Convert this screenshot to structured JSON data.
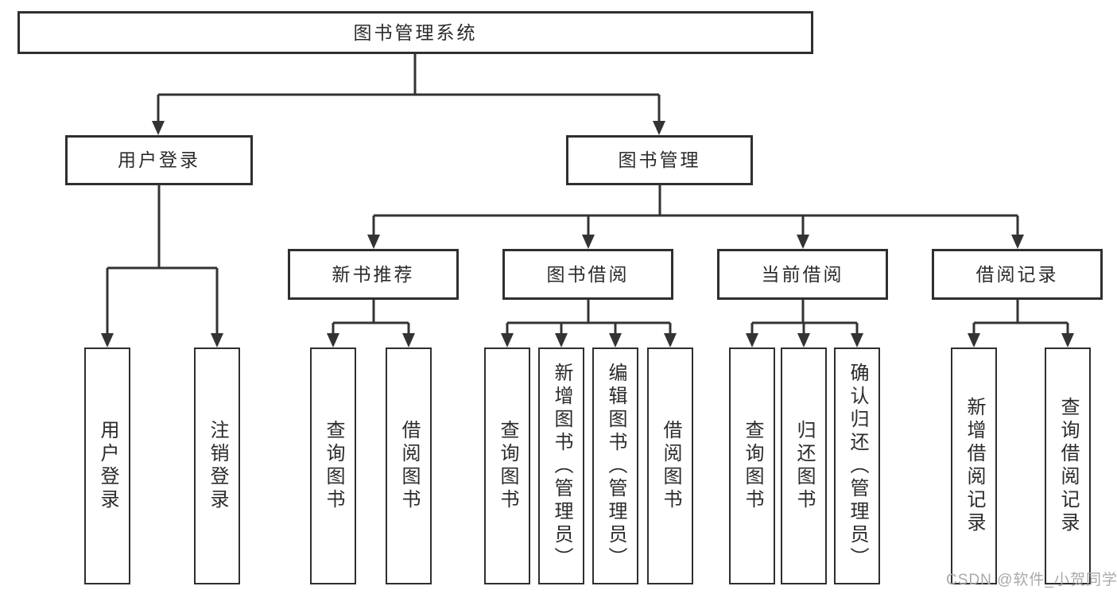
{
  "diagram": {
    "title": "图书管理系统",
    "root": {
      "label": "图书管理系统"
    },
    "level2": [
      {
        "id": "user-login",
        "label": "用户登录"
      },
      {
        "id": "book-management",
        "label": "图书管理"
      }
    ],
    "level3": [
      {
        "id": "new-book-recommend",
        "parent": "图书管理",
        "label": "新书推荐"
      },
      {
        "id": "book-borrowing",
        "parent": "图书管理",
        "label": "图书借阅"
      },
      {
        "id": "current-borrowing",
        "parent": "图书管理",
        "label": "当前借阅"
      },
      {
        "id": "borrowing-records",
        "parent": "图书管理",
        "label": "借阅记录"
      }
    ],
    "leaves": [
      {
        "parent": "用户登录",
        "label": "用户登录"
      },
      {
        "parent": "用户登录",
        "label": "注销登录"
      },
      {
        "parent": "新书推荐",
        "label": "查询图书"
      },
      {
        "parent": "新书推荐",
        "label": "借阅图书"
      },
      {
        "parent": "图书借阅",
        "label": "查询图书"
      },
      {
        "parent": "图书借阅",
        "label": "新增图书（管理员）"
      },
      {
        "parent": "图书借阅",
        "label": "编辑图书（管理员）"
      },
      {
        "parent": "图书借阅",
        "label": "借阅图书"
      },
      {
        "parent": "当前借阅",
        "label": "查询图书"
      },
      {
        "parent": "当前借阅",
        "label": "归还图书"
      },
      {
        "parent": "当前借阅",
        "label": "确认归还（管理员）"
      },
      {
        "parent": "借阅记录",
        "label": "新增借阅记录"
      },
      {
        "parent": "借阅记录",
        "label": "查询借阅记录"
      }
    ],
    "watermark": "CSDN @软件_小贺同学",
    "colors": {
      "background": "#ffffff",
      "line": "#333333",
      "box_border": "#2f2f2f",
      "text": "#2b2b2b",
      "watermark": "#a9a9a9"
    }
  }
}
